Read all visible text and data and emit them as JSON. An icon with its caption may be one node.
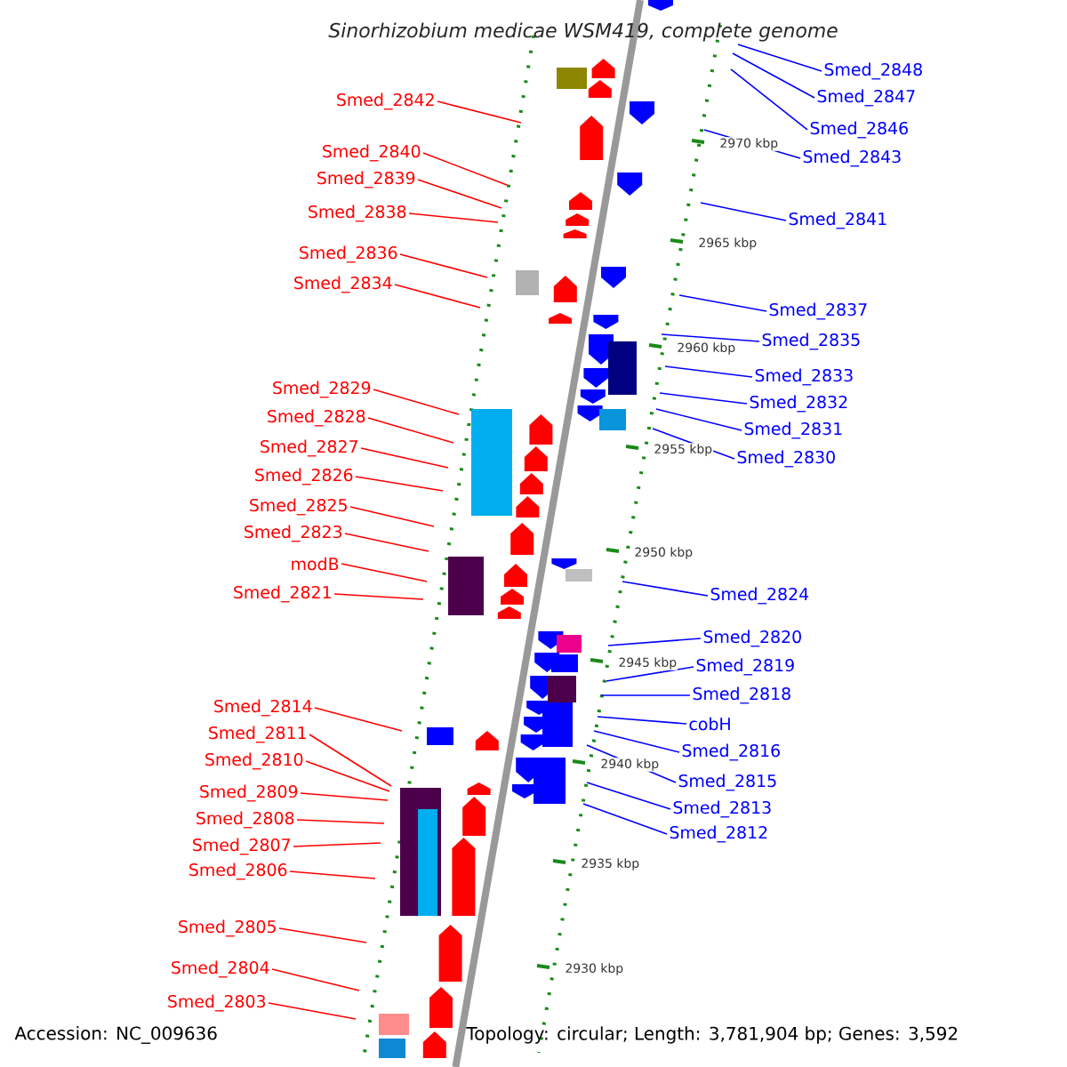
{
  "diagram": {
    "title": "Sinorhizobium medicae WSM419, complete genome",
    "nodes": [
      {
        "text": [
          "Smed_2842"
        ]
      },
      {
        "text": [
          "Smed_2840"
        ]
      },
      {
        "text": [
          "Smed_2839"
        ]
      },
      {
        "text": [
          "Smed_2838"
        ]
      },
      {
        "text": [
          "Smed_2836"
        ]
      },
      {
        "text": [
          "Smed_2834"
        ]
      },
      {
        "text": [
          "Smed_2829"
        ]
      },
      {
        "text": [
          "Smed_2828"
        ]
      },
      {
        "text": [
          "Smed_2827"
        ]
      },
      {
        "text": [
          "Smed_2826"
        ]
      },
      {
        "text": [
          "Smed_2825"
        ]
      },
      {
        "text": [
          "Smed_2823"
        ]
      },
      {
        "text": [
          "modB"
        ]
      },
      {
        "text": [
          "Smed_2821"
        ]
      },
      {
        "text": [
          "Smed_2814"
        ]
      },
      {
        "text": [
          "Smed_2811"
        ]
      },
      {
        "text": [
          "Smed_2810"
        ]
      },
      {
        "text": [
          "Smed_2809"
        ]
      },
      {
        "text": [
          "Smed_2808"
        ]
      },
      {
        "text": [
          "Smed_2807"
        ]
      },
      {
        "text": [
          "Smed_2806"
        ]
      },
      {
        "text": [
          "Smed_2805"
        ]
      },
      {
        "text": [
          "Smed_2804"
        ]
      },
      {
        "text": [
          "Smed_2803"
        ]
      },
      {
        "text": [
          "Smed_2848"
        ]
      },
      {
        "text": [
          "Smed_2847"
        ]
      },
      {
        "text": [
          "Smed_2846"
        ]
      },
      {
        "text": [
          "Smed_2843"
        ]
      },
      {
        "text": [
          "Smed_2841"
        ]
      },
      {
        "text": [
          "Smed_2837"
        ]
      },
      {
        "text": [
          "Smed_2835"
        ]
      },
      {
        "text": [
          "Smed_2833"
        ]
      },
      {
        "text": [
          "Smed_2832"
        ]
      },
      {
        "text": [
          "Smed_2831"
        ]
      },
      {
        "text": [
          "Smed_2830"
        ]
      },
      {
        "text": [
          "Smed_2824"
        ]
      },
      {
        "text": [
          "Smed_2820"
        ]
      },
      {
        "text": [
          "Smed_2819"
        ]
      },
      {
        "text": [
          "Smed_2818"
        ]
      },
      {
        "text": [
          "cobH"
        ]
      },
      {
        "text": [
          "Smed_2816"
        ]
      },
      {
        "text": [
          "Smed_2815"
        ]
      },
      {
        "text": [
          "Smed_2813"
        ]
      },
      {
        "text": [
          "Smed_2812"
        ]
      }
    ],
    "edges": [
      {
        "from": 0,
        "to": null,
        "arrow": "none"
      },
      {
        "from": 1,
        "to": null,
        "arrow": "none"
      },
      {
        "from": 2,
        "to": null,
        "arrow": "none"
      },
      {
        "from": 3,
        "to": null,
        "arrow": "none"
      },
      {
        "from": 4,
        "to": null,
        "arrow": "none"
      },
      {
        "from": 5,
        "to": null,
        "arrow": "none"
      },
      {
        "from": 6,
        "to": null,
        "arrow": "none"
      },
      {
        "from": 7,
        "to": null,
        "arrow": "none"
      },
      {
        "from": 8,
        "to": null,
        "arrow": "none"
      },
      {
        "from": 9,
        "to": null,
        "arrow": "none"
      },
      {
        "from": 10,
        "to": null,
        "arrow": "none"
      },
      {
        "from": 11,
        "to": null,
        "arrow": "none"
      },
      {
        "from": 12,
        "to": null,
        "arrow": "none"
      },
      {
        "from": 13,
        "to": null,
        "arrow": "none"
      },
      {
        "from": 14,
        "to": null,
        "arrow": "none"
      },
      {
        "from": 15,
        "to": null,
        "arrow": "none"
      },
      {
        "from": 16,
        "to": null,
        "arrow": "none"
      },
      {
        "from": 17,
        "to": null,
        "arrow": "none"
      },
      {
        "from": 18,
        "to": null,
        "arrow": "none"
      },
      {
        "from": 19,
        "to": null,
        "arrow": "none"
      },
      {
        "from": 20,
        "to": null,
        "arrow": "none"
      },
      {
        "from": 21,
        "to": null,
        "arrow": "none"
      },
      {
        "from": 22,
        "to": null,
        "arrow": "none"
      },
      {
        "from": 23,
        "to": null,
        "arrow": "none"
      },
      {
        "from": 24,
        "to": null,
        "arrow": "none",
        "color": "#0000ff"
      },
      {
        "from": 25,
        "to": null,
        "arrow": "none",
        "color": "#0000ff"
      },
      {
        "from": 26,
        "to": null,
        "arrow": "none",
        "color": "#0000ff"
      },
      {
        "from": 27,
        "to": null,
        "arrow": "none",
        "color": "#0000ff"
      },
      {
        "from": 28,
        "to": null,
        "arrow": "none",
        "color": "#0000ff"
      },
      {
        "from": 29,
        "to": null,
        "arrow": "none",
        "color": "#0000ff"
      },
      {
        "from": 30,
        "to": null,
        "arrow": "none",
        "color": "#0000ff"
      },
      {
        "from": 31,
        "to": null,
        "arrow": "none",
        "color": "#0000ff"
      },
      {
        "from": 32,
        "to": null,
        "arrow": "none",
        "color": "#0000ff"
      },
      {
        "from": 33,
        "to": null,
        "arrow": "none",
        "color": "#0000ff"
      },
      {
        "from": 34,
        "to": null,
        "arrow": "none",
        "color": "#0000ff"
      },
      {
        "from": 35,
        "to": null,
        "arrow": "none",
        "color": "#0000ff"
      },
      {
        "from": 36,
        "to": null,
        "arrow": "none",
        "color": "#0000ff"
      },
      {
        "from": 37,
        "to": null,
        "arrow": "none",
        "color": "#0000ff"
      },
      {
        "from": 38,
        "to": null,
        "arrow": "none",
        "color": "#0000ff"
      },
      {
        "from": 39,
        "to": null,
        "arrow": "none",
        "color": "#0000ff"
      },
      {
        "from": 40,
        "to": null,
        "arrow": "none",
        "color": "#0000ff"
      },
      {
        "from": 41,
        "to": null,
        "arrow": "none",
        "color": "#0000ff"
      },
      {
        "from": 42,
        "to": null,
        "arrow": "none",
        "color": "#0000ff"
      },
      {
        "from": 43,
        "to": null,
        "arrow": "none",
        "color": "#0000ff"
      }
    ],
    "labels": [
      "2970 kbp",
      "2965 kbp",
      "2960 kbp",
      "2955 kbp",
      "2950 kbp",
      "2945 kbp",
      "2940 kbp",
      "2935 kbp",
      "2930 kbp",
      "Accession: NC_009636",
      "Topology: circular; Length: 3,781,904 bp; Genes: 3,592"
    ]
  }
}
